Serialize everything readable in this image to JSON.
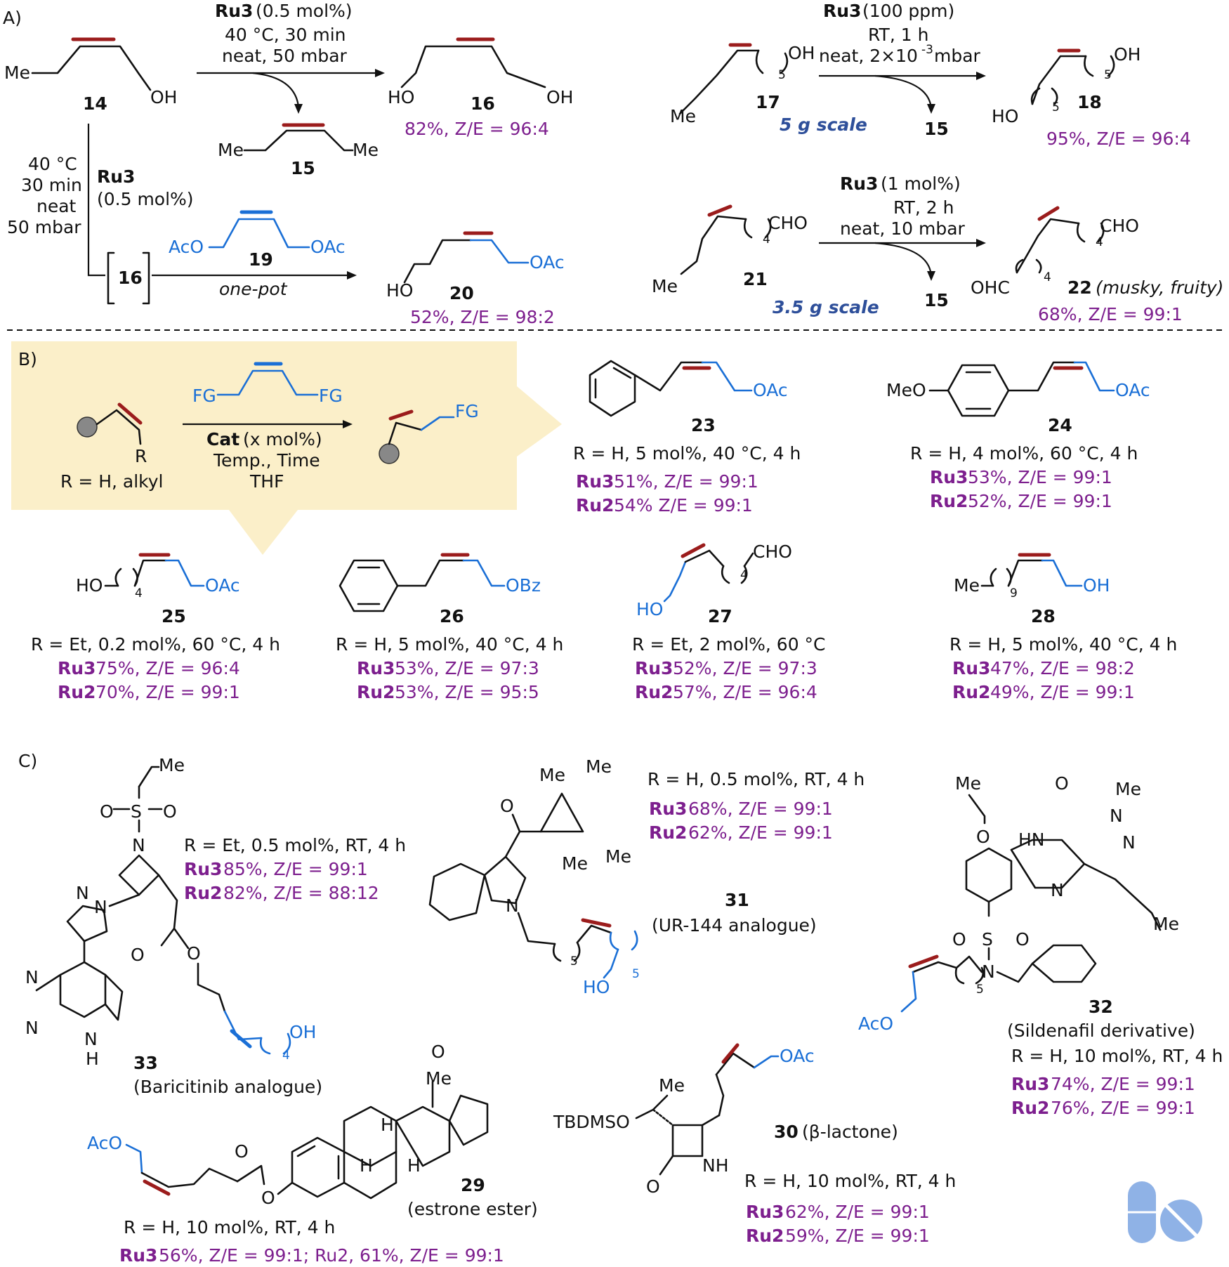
{
  "panels": {
    "a": "A)",
    "b": "B)",
    "c": "C)"
  },
  "colors": {
    "highlight_bg": "#fbefc9",
    "dbl_red": "#9b1c1c",
    "dbl_blue": "#1a6fd6",
    "yield": "#7d1f8e",
    "scale": "#2e4f9a",
    "logo": "#8fb2e6"
  },
  "A": {
    "r1": {
      "cat": "Ru3",
      "cat_amt": "(0.5 mol%)",
      "cond1": "40 °C, 30 min",
      "cond2": "neat, 50 mbar",
      "sm_label": "14",
      "prod_label": "16",
      "byprod_label": "15",
      "yield": "82%, Z/E = 96:4",
      "me": "Me",
      "oh": "OH",
      "ho": "HO"
    },
    "r2": {
      "cat": "Ru3",
      "cat_amt": "(100 ppm)",
      "cond1": "RT, 1 h",
      "cond2": "neat, 2×10",
      "cond2_sup": "-3",
      "cond2_end": " mbar",
      "scale": "5 g scale",
      "sm_label": "17",
      "prod_label": "18",
      "byprod_label": "15",
      "yield": "95%, Z/E = 96:4",
      "sub5": "5"
    },
    "r3": {
      "cond1": "40 °C",
      "cond2": "30 min",
      "cond3": "neat",
      "cond4": "50 mbar",
      "cat": "Ru3",
      "cat_amt": "(0.5 mol%)",
      "bracket_label": "16",
      "reagent_label": "19",
      "one_pot": "one-pot",
      "prod_label": "20",
      "yield": "52%, Z/E = 98:2",
      "aco": "AcO",
      "oac": "OAc"
    },
    "r4": {
      "cat": "Ru3",
      "cat_amt": "(1 mol%)",
      "cond1": "RT, 2 h",
      "cond2": "neat, 10 mbar",
      "scale": "3.5 g scale",
      "sm_label": "21",
      "prod_label": "22",
      "prod_note": "(musky, fruity)",
      "byprod_label": "15",
      "yield": "68%, Z/E = 99:1",
      "cho": "CHO",
      "ohc": "OHC",
      "sub4": "4"
    }
  },
  "B": {
    "r_label": "R",
    "r_def": "R = H, alkyl",
    "fg": "FG",
    "cat": "Cat",
    "cat_rest": "(x  mol%)",
    "cond1": "Temp., Time",
    "cond2": "THF",
    "cmpd": [
      {
        "label": "23",
        "cond": "R = H, 5 mol%, 40 °C, 4 h",
        "ru3": "51%, Z/E = 99:1",
        "ru2": "54%  Z/E = 99:1"
      },
      {
        "label": "24",
        "cond": "R = H, 4 mol%, 60 °C, 4 h",
        "ru3": "53%, Z/E = 99:1",
        "ru2": "52%, Z/E  = 99:1"
      },
      {
        "label": "25",
        "cond": "R = Et, 0.2 mol%, 60 °C, 4 h",
        "ru3": "75%, Z/E = 96:4",
        "ru2": "70%, Z/E  = 99:1"
      },
      {
        "label": "26",
        "cond": "R = H, 5 mol%, 40 °C, 4 h",
        "ru3": "53%, Z/E = 97:3",
        "ru2": "53%, Z/E = 95:5"
      },
      {
        "label": "27",
        "cond": "R = Et, 2 mol%, 60 °C",
        "ru3": "52%, Z/E = 97:3",
        "ru2": "57%, Z/E = 96:4"
      },
      {
        "label": "28",
        "cond": "R = H, 5 mol%, 40 °C, 4 h",
        "ru3": "47%, Z/E = 98:2",
        "ru2": "49%, Z/E  = 99:1"
      }
    ],
    "ru3": "Ru3",
    "ru2": "Ru2",
    "oac": "OAc",
    "obz": "OBz",
    "meo": "MeO",
    "ho": "HO",
    "oh": "OH",
    "cho": "CHO",
    "me": "Me",
    "sub4": "4",
    "sub9": "9"
  },
  "C": {
    "c33": {
      "label": "33",
      "name": "(Baricitinib analogue)",
      "cond": "R = Et, 0.5 mol%, RT, 4 h",
      "ru3": "85%, Z/E = 99:1",
      "ru2": "82%, Z/E  = 88:12"
    },
    "c31": {
      "label": "31",
      "name": "(UR-144 analogue)",
      "cond": "R = H, 0.5 mol%, RT, 4 h",
      "ru3": "68%, Z/E = 99:1",
      "ru2": "62%, Z/E  = 99:1"
    },
    "c32": {
      "label": "32",
      "name": "(Sildenafil derivative)",
      "cond": "R = H, 10 mol%, RT, 4 h",
      "ru3": "74%, Z/E = 99:1",
      "ru2": "76%, Z/E  = 99:1"
    },
    "c29": {
      "label": "29",
      "name": "(estrone ester)",
      "cond": "R = H, 10 mol%, RT, 4 h",
      "yields": "56%, Z/E = 99:1;   Ru2, 61%, Z/E = 99:1"
    },
    "c30": {
      "label": "30",
      "name": "(β-lactone)",
      "cond": "R = H, 10 mol%, RT, 4 h",
      "ru3": "62%, Z/E = 99:1",
      "ru2": "59%, Z/E = 99:1"
    },
    "atoms": {
      "me": "Me",
      "o": "O",
      "s": "S",
      "n": "N",
      "h": "H",
      "hn": "HN",
      "nh": "NH",
      "oh": "OH",
      "ho": "HO",
      "aco": "AcO",
      "oac": "OAc",
      "tbdmso": "TBDMSO",
      "sub4": "4",
      "sub5": "5"
    }
  }
}
